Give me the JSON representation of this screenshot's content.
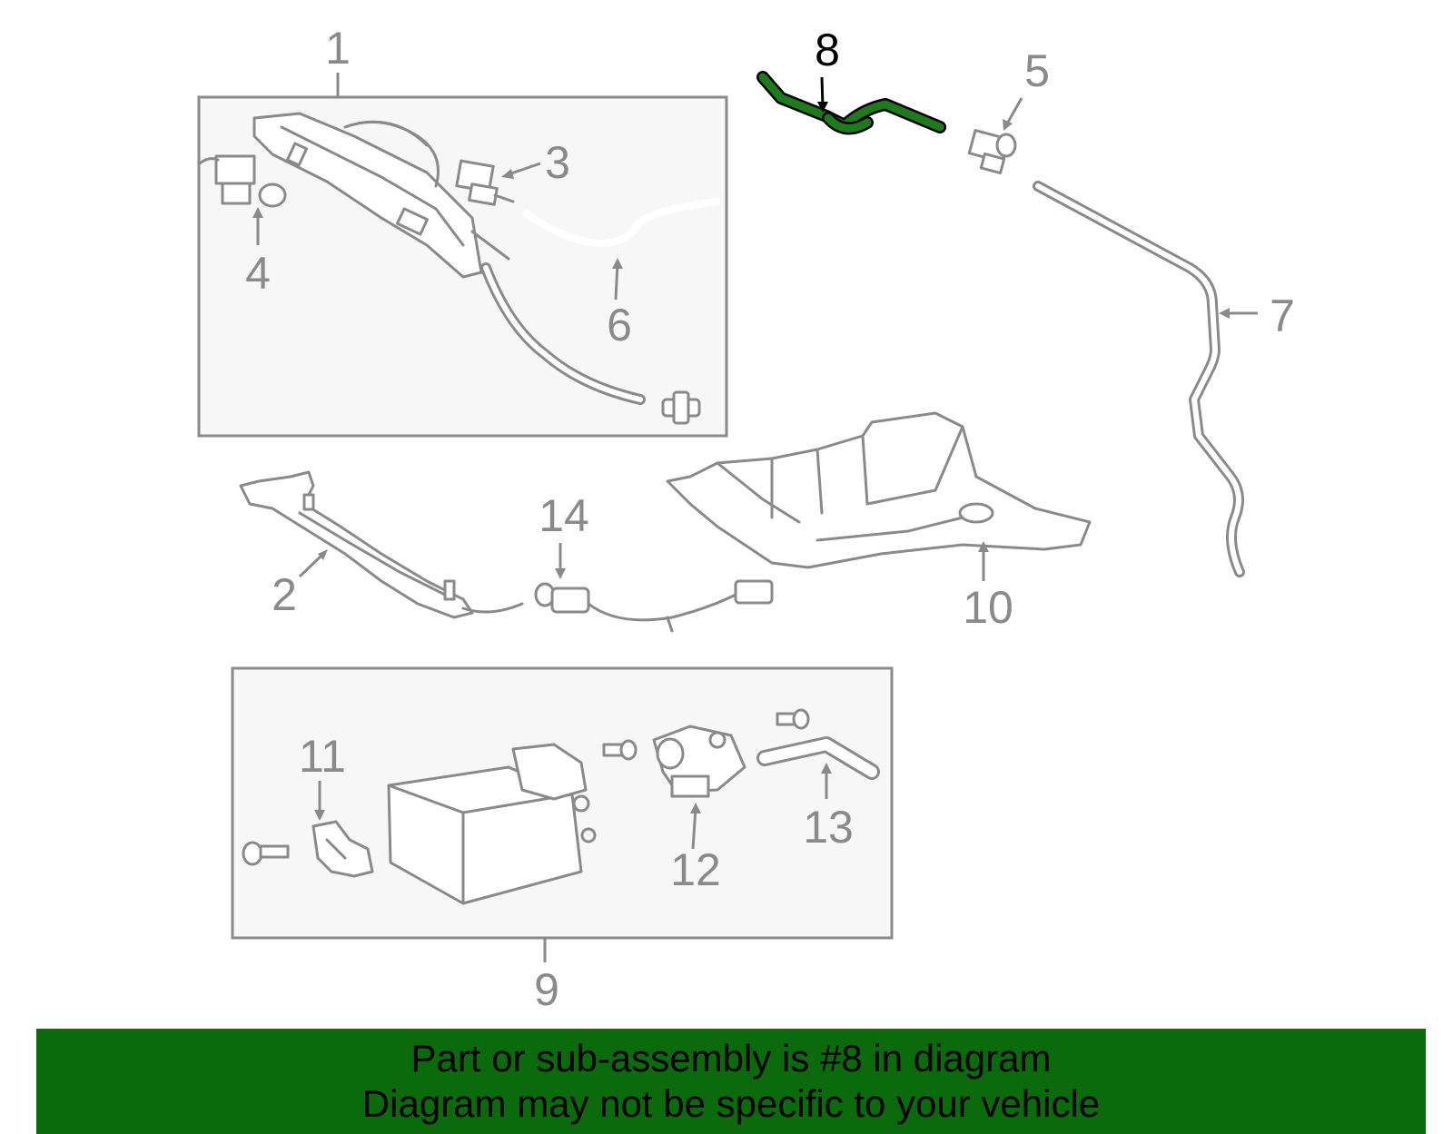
{
  "callouts": {
    "c1": "1",
    "c2": "2",
    "c3": "3",
    "c4": "4",
    "c5": "5",
    "c6": "6",
    "c7": "7",
    "c8": "8",
    "c9": "9",
    "c10": "10",
    "c11": "11",
    "c12": "12",
    "c13": "13",
    "c14": "14"
  },
  "highlight_part": "8",
  "colors": {
    "highlight": "#1f7a1f",
    "banner": "#0b6a0b",
    "line": "#8a8a8a",
    "box_fill": "#f7f7f7"
  },
  "banner": {
    "line1": "Part or sub-assembly is #8 in diagram",
    "line2": "Diagram may not be specific to your vehicle"
  }
}
